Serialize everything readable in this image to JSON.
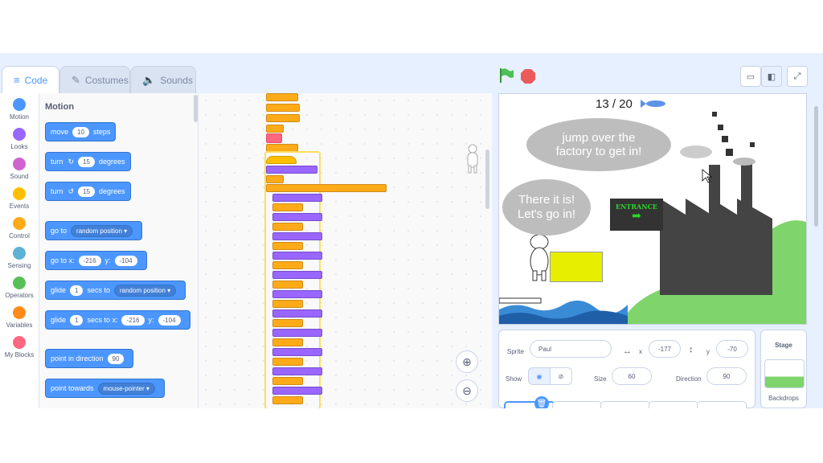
{
  "tabs": {
    "code": "Code",
    "costumes": "Costumes",
    "sounds": "Sounds"
  },
  "categories": [
    {
      "label": "Motion",
      "color": "#4c97ff"
    },
    {
      "label": "Looks",
      "color": "#9966ff"
    },
    {
      "label": "Sound",
      "color": "#cf63cf"
    },
    {
      "label": "Events",
      "color": "#ffbf00"
    },
    {
      "label": "Control",
      "color": "#ffab19"
    },
    {
      "label": "Sensing",
      "color": "#5cb1d6"
    },
    {
      "label": "Operators",
      "color": "#59c059"
    },
    {
      "label": "Variables",
      "color": "#ff8c1a"
    },
    {
      "label": "My Blocks",
      "color": "#ff6680"
    }
  ],
  "palette": {
    "title": "Motion",
    "move": {
      "a": "move",
      "n": "10",
      "b": "steps"
    },
    "turn_right": {
      "a": "turn",
      "n": "15",
      "b": "degrees"
    },
    "turn_left": {
      "a": "turn",
      "n": "15",
      "b": "degrees"
    },
    "goto": {
      "a": "go to",
      "opt": "random position"
    },
    "goto_xy": {
      "a": "go to x:",
      "x": "-216",
      "yl": "y:",
      "y": "-104"
    },
    "glide": {
      "a": "glide",
      "n": "1",
      "b": "secs to",
      "opt": "random position"
    },
    "glide_xy": {
      "a": "glide",
      "n": "1",
      "b": "secs to x:",
      "x": "-216",
      "yl": "y:",
      "y": "-104"
    },
    "point_dir": {
      "a": "point in direction",
      "n": "90"
    },
    "point_towards": {
      "a": "point towards",
      "opt": "mouse-pointer"
    }
  },
  "stage": {
    "counter": "13 / 20",
    "bubble1": "jump over the factory to get in!",
    "bubble2": "There it is! Let's go in!",
    "entrance": "ENTRANCE"
  },
  "sprite_info": {
    "sprite_label": "Sprite",
    "sprite_name": "Paul",
    "x_label": "x",
    "x": "-177",
    "y_label": "y",
    "y": "-70",
    "show_label": "Show",
    "size_label": "Size",
    "size": "60",
    "direction_label": "Direction",
    "direction": "90"
  },
  "stage_pane": {
    "title": "Stage",
    "backdrops": "Backdrops"
  },
  "colors": {
    "motion": "#4c97ff",
    "accent": "#4c97ff",
    "flag": "#4cbf56",
    "stop": "#ec5959"
  }
}
